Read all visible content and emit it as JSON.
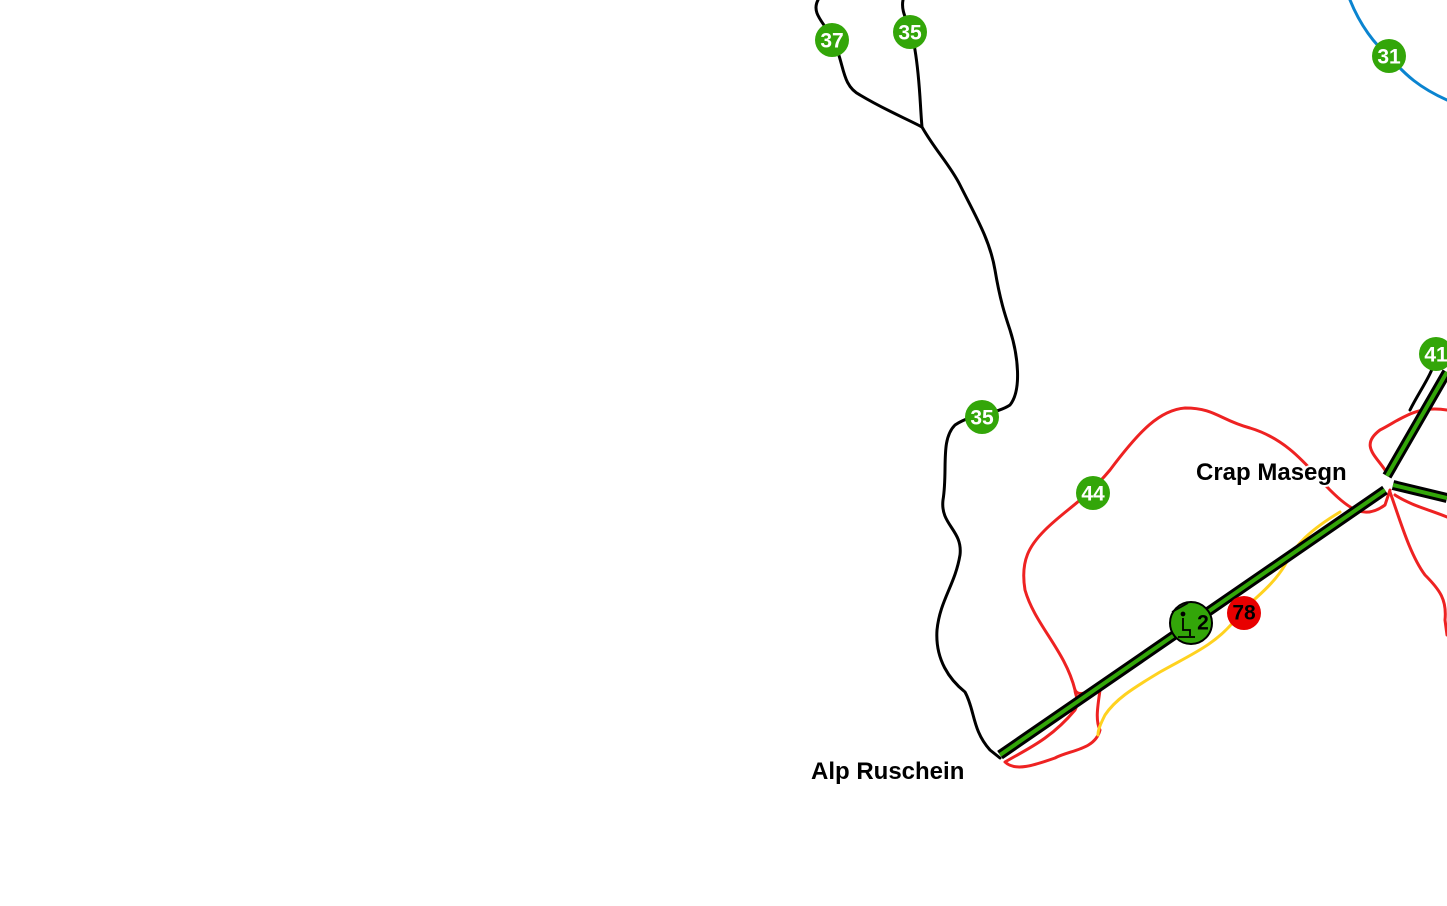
{
  "colors": {
    "easy": "#0a84d0",
    "intermediate": "#ee2222",
    "difficult": "#000000",
    "freeride": "#ffd21f",
    "marker": "#33a609",
    "lift": "#33a609",
    "marker_red": "#e80000"
  },
  "places": [
    {
      "name": "Crap Masegn"
    },
    {
      "name": "Alp Ruschein"
    }
  ],
  "piste_markers": [
    {
      "ref": "37",
      "color": "green"
    },
    {
      "ref": "35",
      "color": "green"
    },
    {
      "ref": "31",
      "color": "green"
    },
    {
      "ref": "41",
      "color": "green"
    },
    {
      "ref": "35",
      "color": "green"
    },
    {
      "ref": "44",
      "color": "green"
    },
    {
      "ref": "78",
      "color": "red"
    }
  ],
  "lift": {
    "ref": "2",
    "icon": "chairlift-icon"
  }
}
